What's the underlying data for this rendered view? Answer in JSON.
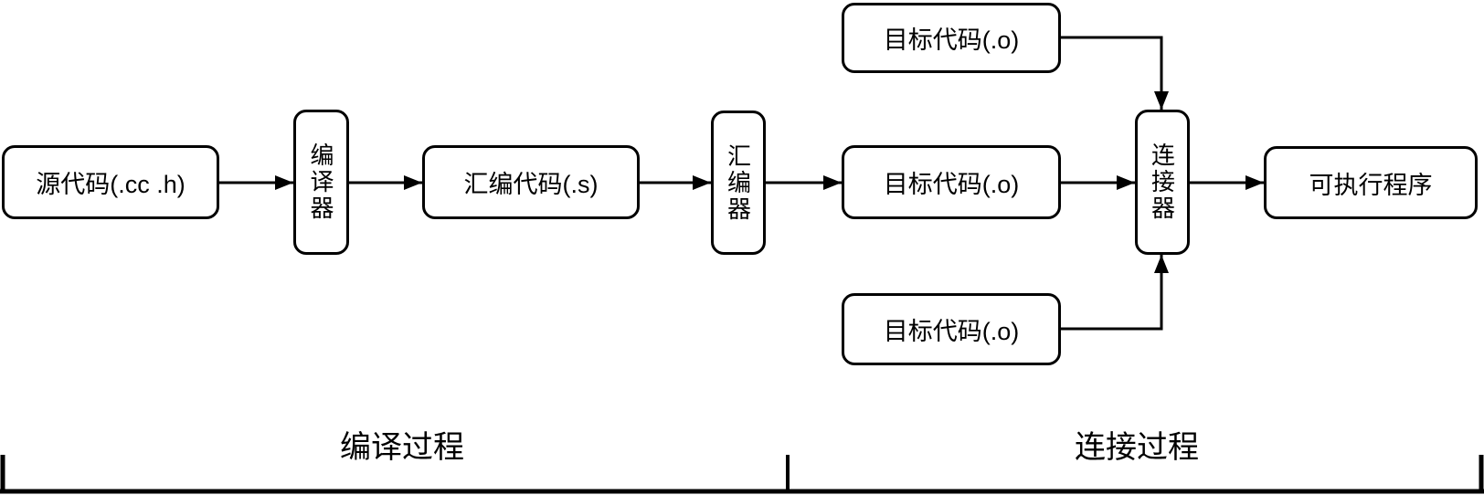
{
  "page": {
    "background_color": "#ffffff",
    "stroke_color": "#000000"
  },
  "diagram": {
    "boxes": {
      "source": "源代码(.cc .h)",
      "compiler": "编译器",
      "assembly_code": "汇编代码(.s)",
      "assembler": "汇编器",
      "object_top": "目标代码(.o)",
      "object_mid": "目标代码(.o)",
      "object_bottom": "目标代码(.o)",
      "linker": "连接器",
      "executable": "可执行程序"
    },
    "section_labels": {
      "compile": "编译过程",
      "link": "连接过程"
    }
  }
}
